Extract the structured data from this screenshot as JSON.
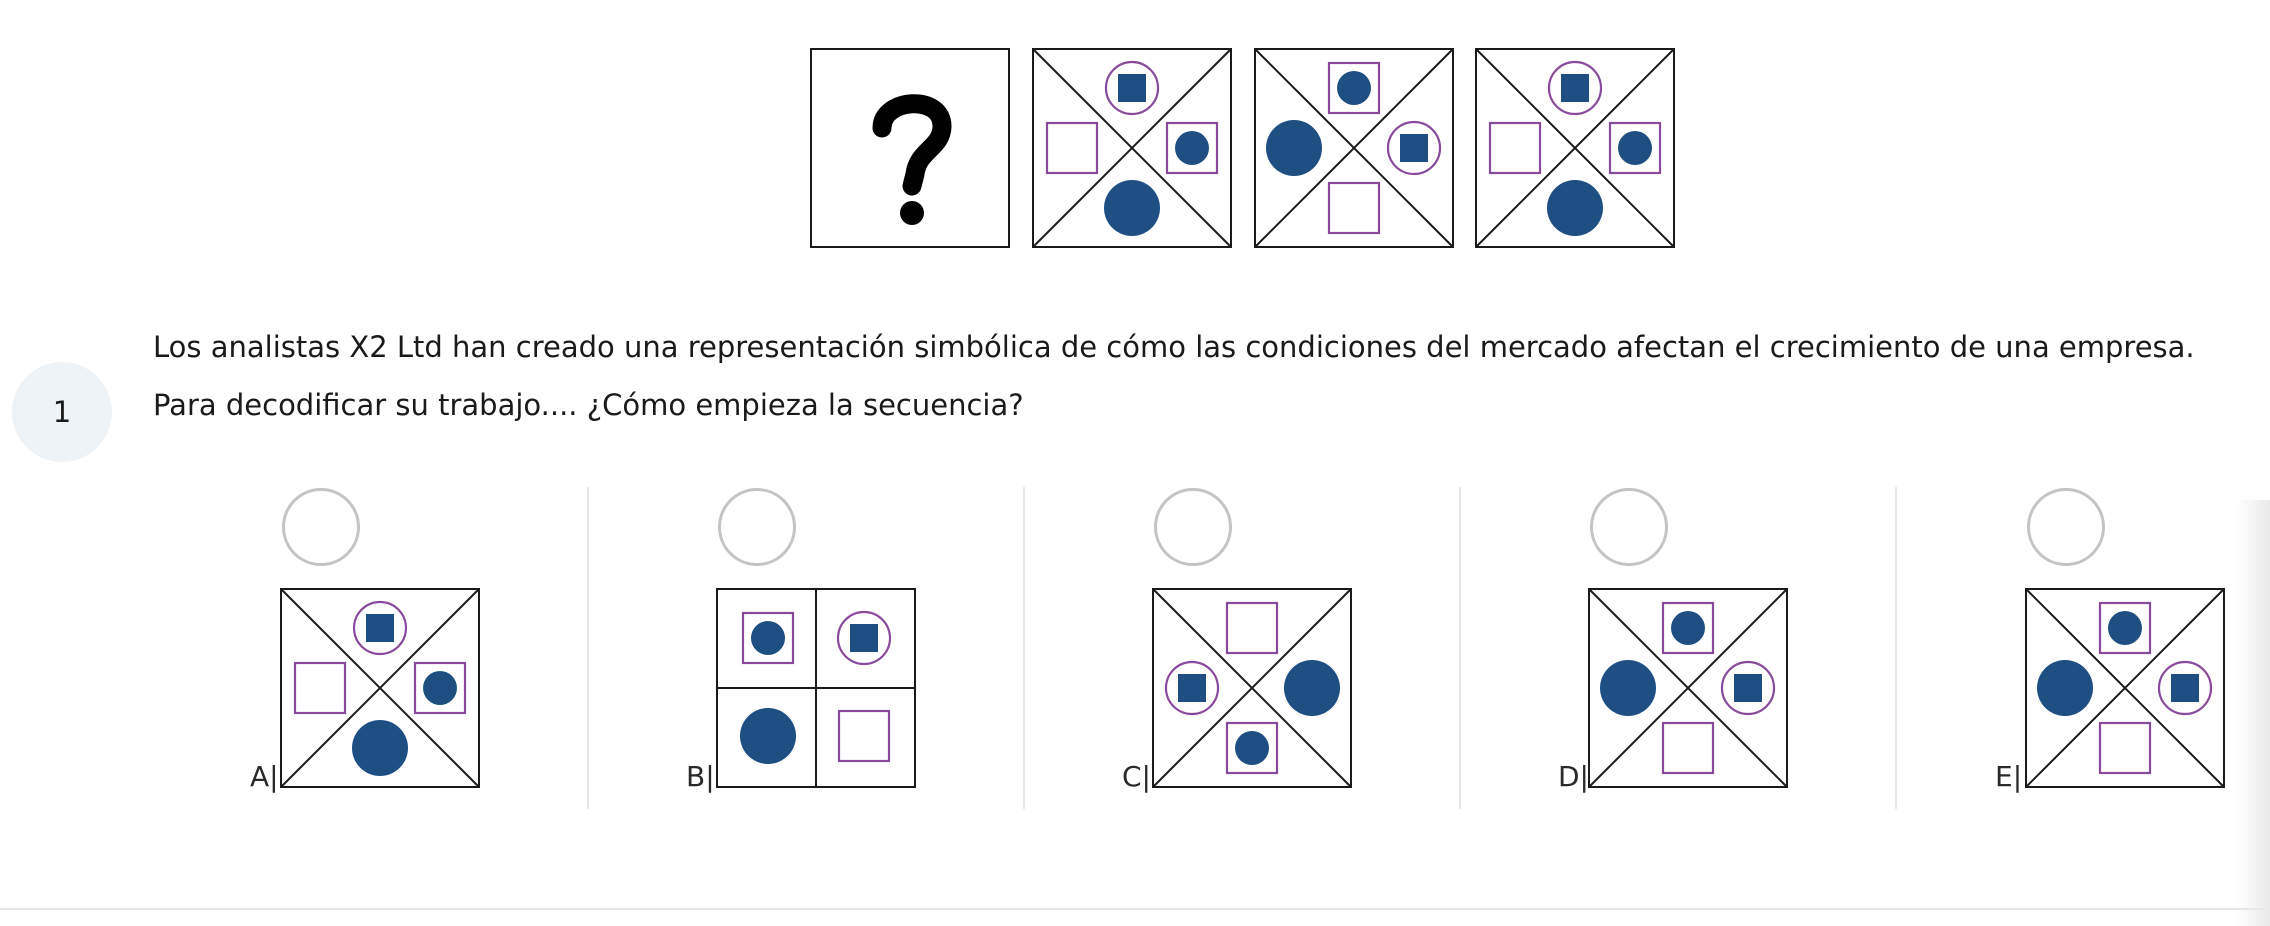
{
  "colors": {
    "navy": "#1f4e82",
    "purple": "#8a4a9c",
    "line": "#1a1a1a"
  },
  "sequence": {
    "question_mark": "?",
    "boxes": [
      {
        "type": "x",
        "top": "circle-square",
        "right": "square-circle",
        "bottom": "circle",
        "left": "square"
      },
      {
        "type": "x",
        "top": "square-circle",
        "right": "circle-square",
        "bottom": "square",
        "left": "circle"
      },
      {
        "type": "x",
        "top": "circle-square",
        "right": "square-circle",
        "bottom": "circle",
        "left": "square"
      }
    ]
  },
  "question": {
    "number": "1",
    "text": "Los analistas X2 Ltd han creado una representación simbólica de cómo las condiciones del mercado afectan el crecimiento de una empresa. Para decodificar su trabajo.... ¿Cómo empieza la secuencia?"
  },
  "options": [
    {
      "label": "A|",
      "type": "x",
      "top": "circle-square",
      "right": "square-circle",
      "bottom": "circle",
      "left": "square"
    },
    {
      "label": "B|",
      "type": "grid",
      "tl": "square-circle",
      "tr": "circle-square",
      "bl": "circle",
      "br": "square"
    },
    {
      "label": "C|",
      "type": "x",
      "top": "square",
      "right": "circle",
      "bottom": "square-circle",
      "left": "circle-square"
    },
    {
      "label": "D|",
      "type": "x",
      "top": "square-circle",
      "right": "circle-square",
      "bottom": "square",
      "left": "circle"
    },
    {
      "label": "E|",
      "type": "x",
      "top": "square-circle",
      "right": "circle-square",
      "bottom": "square",
      "left": "circle"
    }
  ]
}
